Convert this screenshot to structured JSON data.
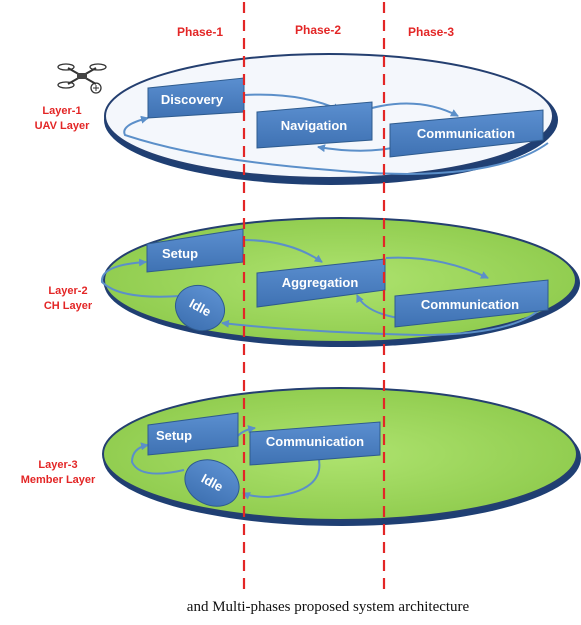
{
  "phases": [
    "Phase-1",
    "Phase-2",
    "Phase-3"
  ],
  "layers": [
    {
      "name": "Layer-1",
      "subtitle": "UAV Layer",
      "nodes": {
        "discovery": "Discovery",
        "navigation": "Navigation",
        "communication": "Communication"
      }
    },
    {
      "name": "Layer-2",
      "subtitle": "CH Layer",
      "nodes": {
        "setup": "Setup",
        "aggregation": "Aggregation",
        "communication": "Communication",
        "idle": "Idle"
      }
    },
    {
      "name": "Layer-3",
      "subtitle": "Member Layer",
      "nodes": {
        "setup": "Setup",
        "communication": "Communication",
        "idle": "Idle"
      }
    }
  ],
  "caption": "and Multi-phases proposed system architecture",
  "colors": {
    "box_fill": "#4f81bd",
    "box_stroke": "#2e5b8e",
    "green_fill": "#92d050",
    "dash_red": "#e32626",
    "arrow": "#5b8fc9"
  },
  "icons": [
    "drone-icon"
  ]
}
